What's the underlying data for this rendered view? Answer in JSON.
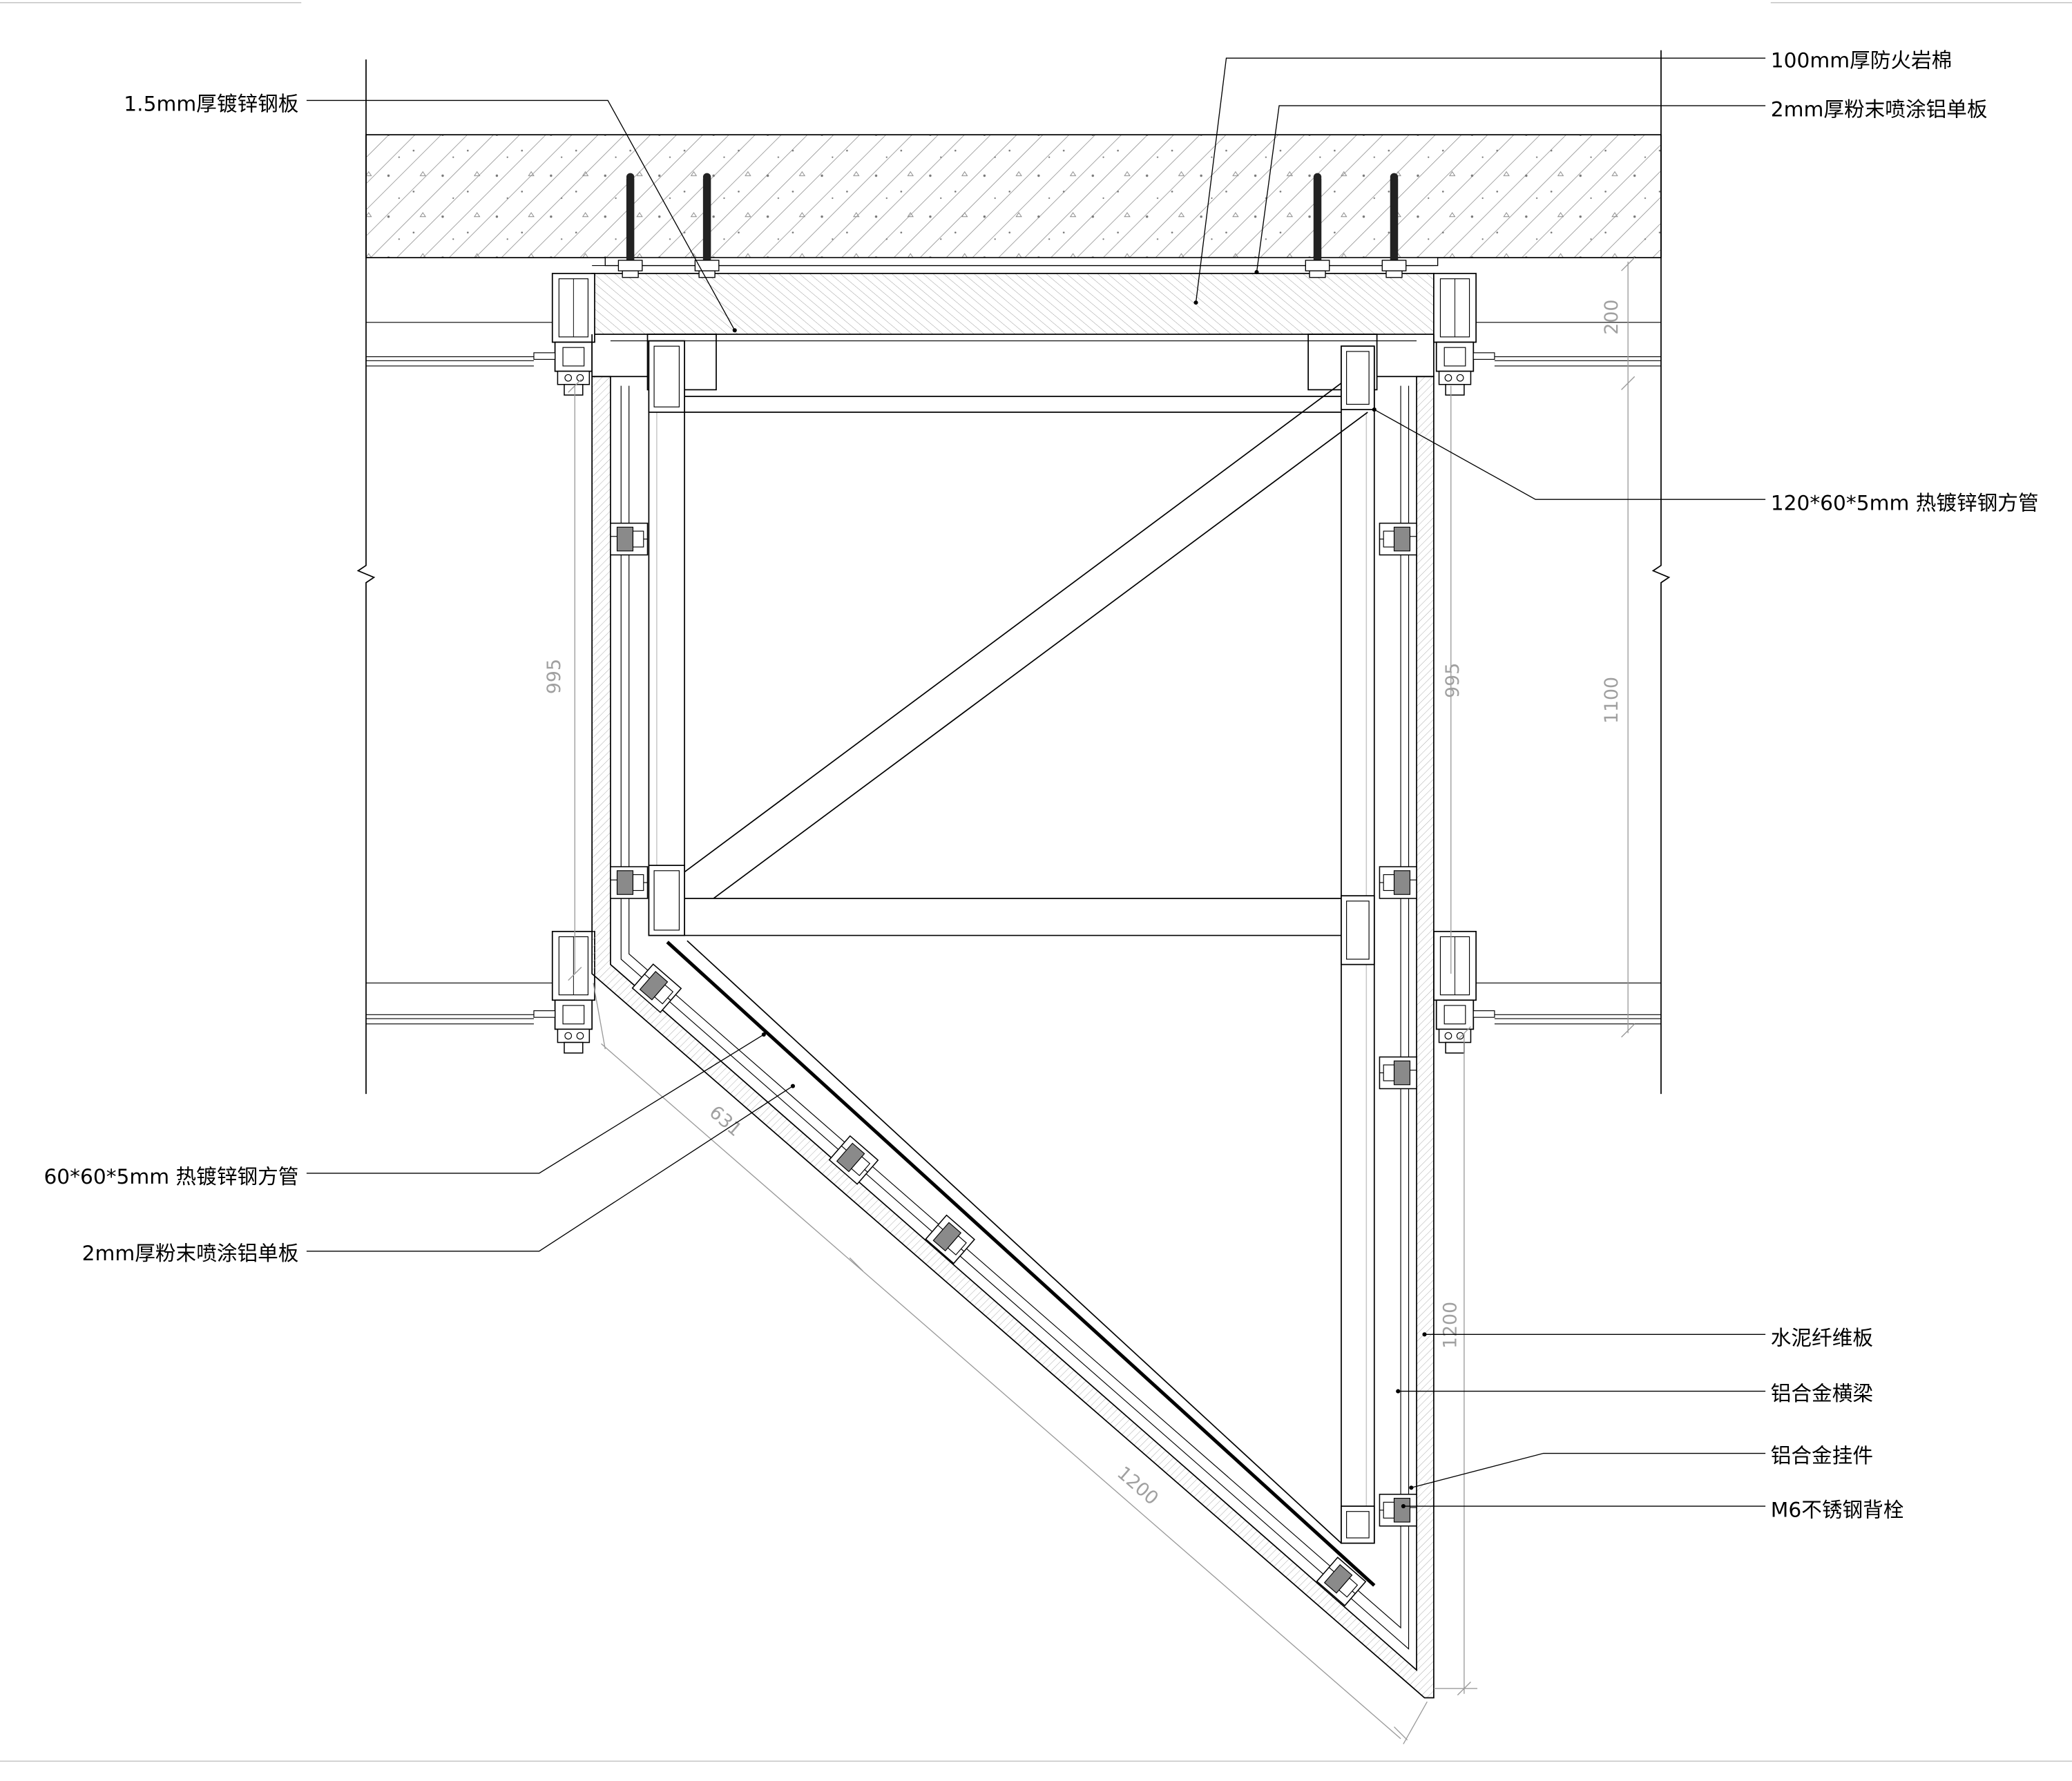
{
  "drawing": {
    "labels": {
      "galvanized_steel_plate": "1.5mm厚镀锌钢板",
      "fireproof_rock_wool": "100mm厚防火岩棉",
      "aluminum_panel_top": "2mm厚粉末喷涂铝单板",
      "steel_tube_120": "120*60*5mm 热镀锌钢方管",
      "steel_tube_60": "60*60*5mm 热镀锌钢方管",
      "aluminum_panel_bottom": "2mm厚粉末喷涂铝单板",
      "cement_fiber_board": "水泥纤维板",
      "aluminum_crossbeam": "铝合金横梁",
      "aluminum_hanger": "铝合金挂件",
      "stainless_back_bolt": "M6不锈钢背栓"
    },
    "dimensions": {
      "slab_gap": "200",
      "left_height": "995",
      "right_height": "995",
      "wall_height": "1100",
      "right_lower": "1200",
      "diagonal_short": "631",
      "diagonal_long": "1200"
    }
  },
  "colors": {
    "line": "#000000",
    "dimension": "#9a9a9a",
    "hatch": "#8a8a8a",
    "bracket": "#8a8a8a",
    "background": "#ffffff"
  }
}
